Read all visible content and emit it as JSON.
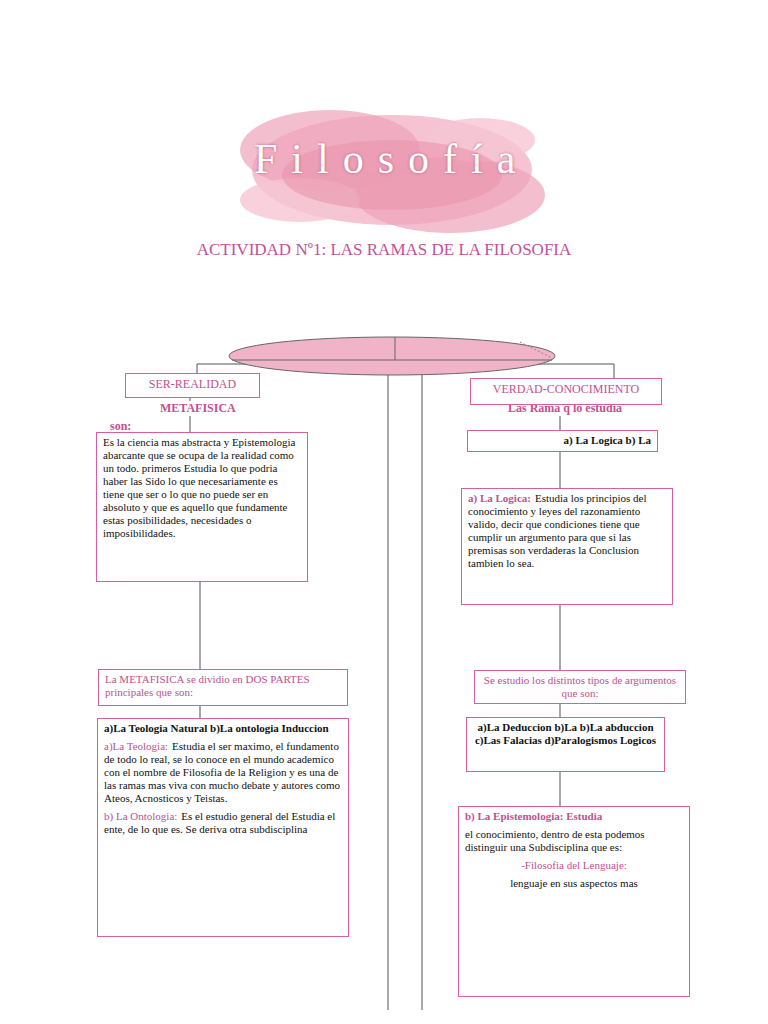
{
  "diagram": {
    "title": "ACTIVIDAD Nº1: LAS RAMAS DE LA FILOSOFIA",
    "nodes": [
      {
        "text": [
          "SER-REALIDAD"
        ]
      },
      {
        "text": [
          "VERDAD-CONOCIMIENTO"
        ]
      },
      {
        "text": [
          "Es la ciencia mas abstracta y Epistemologia abarcante que se ocupa de la realidad como un todo. primeros Estudia lo que podria haber las Sido lo que necesariamente es tiene que ser o lo que no puede ser en absoluto y que es aquello que fundamente estas posibilidades, necesidades o imposibilidades."
        ]
      },
      {
        "text": [
          "a) La Logica b) La"
        ]
      },
      {
        "text": [
          "a) La Logica:",
          "Estudia los principios del conocimiento y leyes del razonamiento valido, decir que condiciones tiene que cumplir un argumento para que si las premisas son verdaderas la Conclusion tambien lo sea."
        ]
      },
      {
        "text": [
          "La METAFISICA se dividio en DOS PARTES principales que son:"
        ]
      },
      {
        "text": [
          "Se estudio los distintos tipos de argumentos que son:"
        ]
      },
      {
        "text": [
          "a)La Teologia Natural b)La ontologia Induccion",
          "a)La Teologia:",
          "Estudia el ser maximo, el fundamento de todo lo real, se lo conoce en el mundo academico con el nombre de Filosofia de la Religion y es una de las ramas mas viva con mucho debate y autores como Ateos, Acnosticos y Teistas.",
          "b) La Ontologia:",
          "Es el estudio general del Estudia el ente, de lo que es. Se deriva otra subdisciplina"
        ]
      },
      {
        "text": [
          "a)La Deduccion b)La b)La abduccion c)Las Falacias d)Paralogismos Logicos"
        ]
      },
      {
        "text": [
          "b) La Epistemologia: Estudia",
          "el conocimiento, dentro de esta podemos distinguir una Subdisciplina que es:",
          "-Filosofia del Lenguaje:",
          "lenguaje en sus aspectos mas"
        ]
      }
    ],
    "edges": [
      {
        "from": 0,
        "to": 2,
        "arrow": "none"
      },
      {
        "from": 2,
        "to": 5,
        "arrow": "none"
      },
      {
        "from": 5,
        "to": 7,
        "arrow": "none"
      },
      {
        "from": 1,
        "to": 3,
        "arrow": "none"
      },
      {
        "from": 3,
        "to": 4,
        "arrow": "none"
      },
      {
        "from": 4,
        "to": 6,
        "arrow": "none"
      },
      {
        "from": 6,
        "to": 8,
        "arrow": "none"
      },
      {
        "from": 8,
        "to": 9,
        "arrow": "none"
      }
    ],
    "labels": [
      "Filosofía",
      "METAFISICA",
      "son:",
      "Las Rama q lo estudia"
    ]
  }
}
